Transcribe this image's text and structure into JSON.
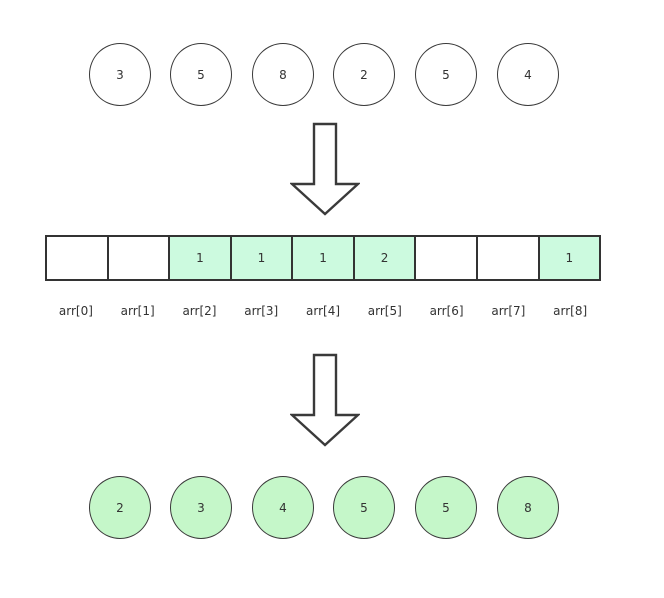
{
  "diagram": {
    "title": "counting-sort-illustration",
    "background_color": "#ffffff",
    "stroke_color": "#333333",
    "cell_fill_color": "#ccfadf",
    "node_fill_color": "#c5f7c9",
    "node_empty_color": "#ffffff"
  },
  "input_row": {
    "name": "unsorted-input-values",
    "nodes": [
      {
        "value": "3",
        "filled": false
      },
      {
        "value": "5",
        "filled": false
      },
      {
        "value": "8",
        "filled": false
      },
      {
        "value": "2",
        "filled": false
      },
      {
        "value": "5",
        "filled": false
      },
      {
        "value": "4",
        "filled": false
      }
    ]
  },
  "count_array": {
    "name": "count-array",
    "cells": [
      {
        "index": "arr[0]",
        "value": "",
        "filled": false
      },
      {
        "index": "arr[1]",
        "value": "",
        "filled": false
      },
      {
        "index": "arr[2]",
        "value": "1",
        "filled": true
      },
      {
        "index": "arr[3]",
        "value": "1",
        "filled": true
      },
      {
        "index": "arr[4]",
        "value": "1",
        "filled": true
      },
      {
        "index": "arr[5]",
        "value": "2",
        "filled": true
      },
      {
        "index": "arr[6]",
        "value": "",
        "filled": false
      },
      {
        "index": "arr[7]",
        "value": "",
        "filled": false
      },
      {
        "index": "arr[8]",
        "value": "1",
        "filled": true
      }
    ]
  },
  "output_row": {
    "name": "sorted-output-values",
    "nodes": [
      {
        "value": "2",
        "filled": true
      },
      {
        "value": "3",
        "filled": true
      },
      {
        "value": "4",
        "filled": true
      },
      {
        "value": "5",
        "filled": true
      },
      {
        "value": "5",
        "filled": true
      },
      {
        "value": "8",
        "filled": true
      }
    ]
  },
  "arrows": [
    {
      "name": "arrow-down-input-to-array",
      "direction": "down"
    },
    {
      "name": "arrow-down-array-to-output",
      "direction": "down"
    }
  ]
}
